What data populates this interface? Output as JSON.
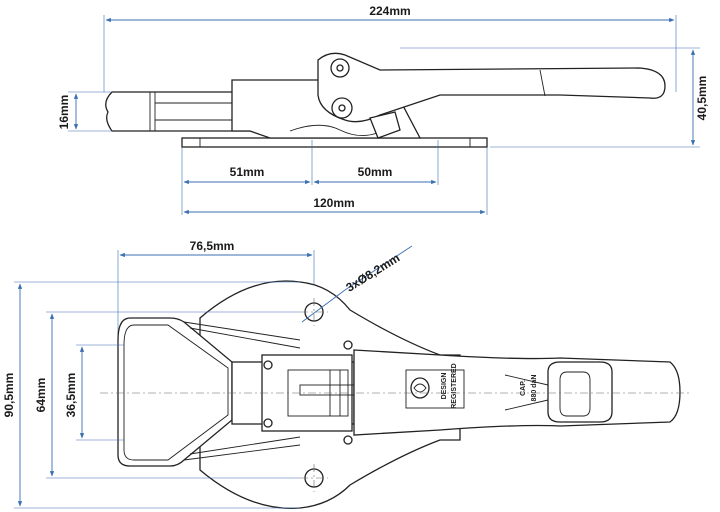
{
  "side_view": {
    "dim_total_length": "224mm",
    "dim_height_left": "16mm",
    "dim_height_right": "40,5mm",
    "dim_base_left": "51mm",
    "dim_base_right": "50mm",
    "dim_base_total": "120mm"
  },
  "top_view": {
    "dim_hole_offset": "76,5mm",
    "dim_holes": "3xØ8,2mm",
    "dim_height_outer": "90,5mm",
    "dim_height_holes": "64mm",
    "dim_height_inner": "36,5mm",
    "stamp_design": "DESIGN",
    "stamp_registered": "REGISTERED",
    "stamp_cap": "CAP.",
    "stamp_cap_value": "880 daN"
  },
  "colors": {
    "dimension_lines": "#3a6fb0",
    "outline": "#222222"
  }
}
